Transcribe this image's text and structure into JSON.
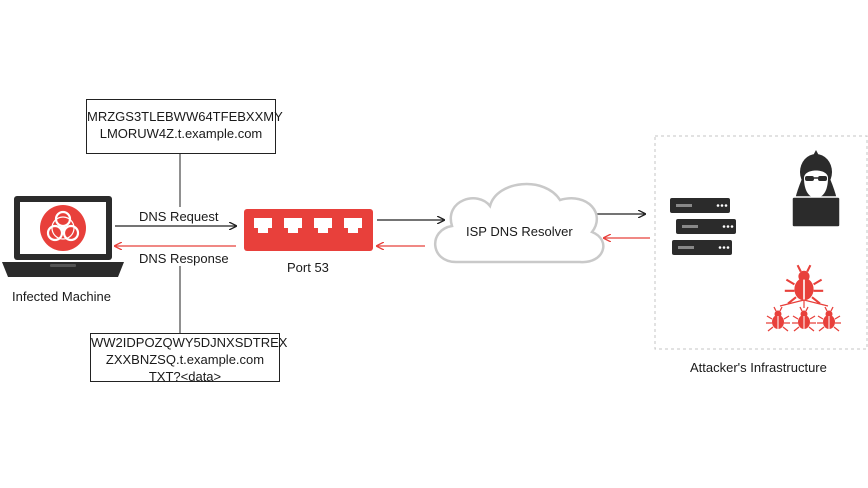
{
  "request_box": {
    "line1": "MRZGS3TLEBWW64TFEBXXMY",
    "line2": "LMORUW4Z.t.example.com"
  },
  "response_box": {
    "line1": "WW2IDPOZQWY5DJNXSDTREX",
    "line2": "ZXXBNZSQ.t.example.com",
    "line3": "TXT?<data>"
  },
  "labels": {
    "infected_machine": "Infected Machine",
    "dns_request": "DNS Request",
    "dns_response": "DNS Response",
    "port": "Port 53",
    "isp_resolver": "ISP DNS Resolver",
    "attacker_infrastructure": "Attacker's Infrastructure"
  },
  "icons": {
    "laptop": "laptop-icon",
    "biohazard": "biohazard-icon",
    "firewall": "firewall-port-icon",
    "cloud": "cloud-icon",
    "servers": "server-rack-icon",
    "hacker": "hacker-icon",
    "bugs": "malware-bug-icon"
  },
  "colors": {
    "accent_red": "#e8403b",
    "dark": "#2b2b2b",
    "cloud_stroke": "#c9c9c9",
    "dashed_border": "#c4c4c4"
  }
}
